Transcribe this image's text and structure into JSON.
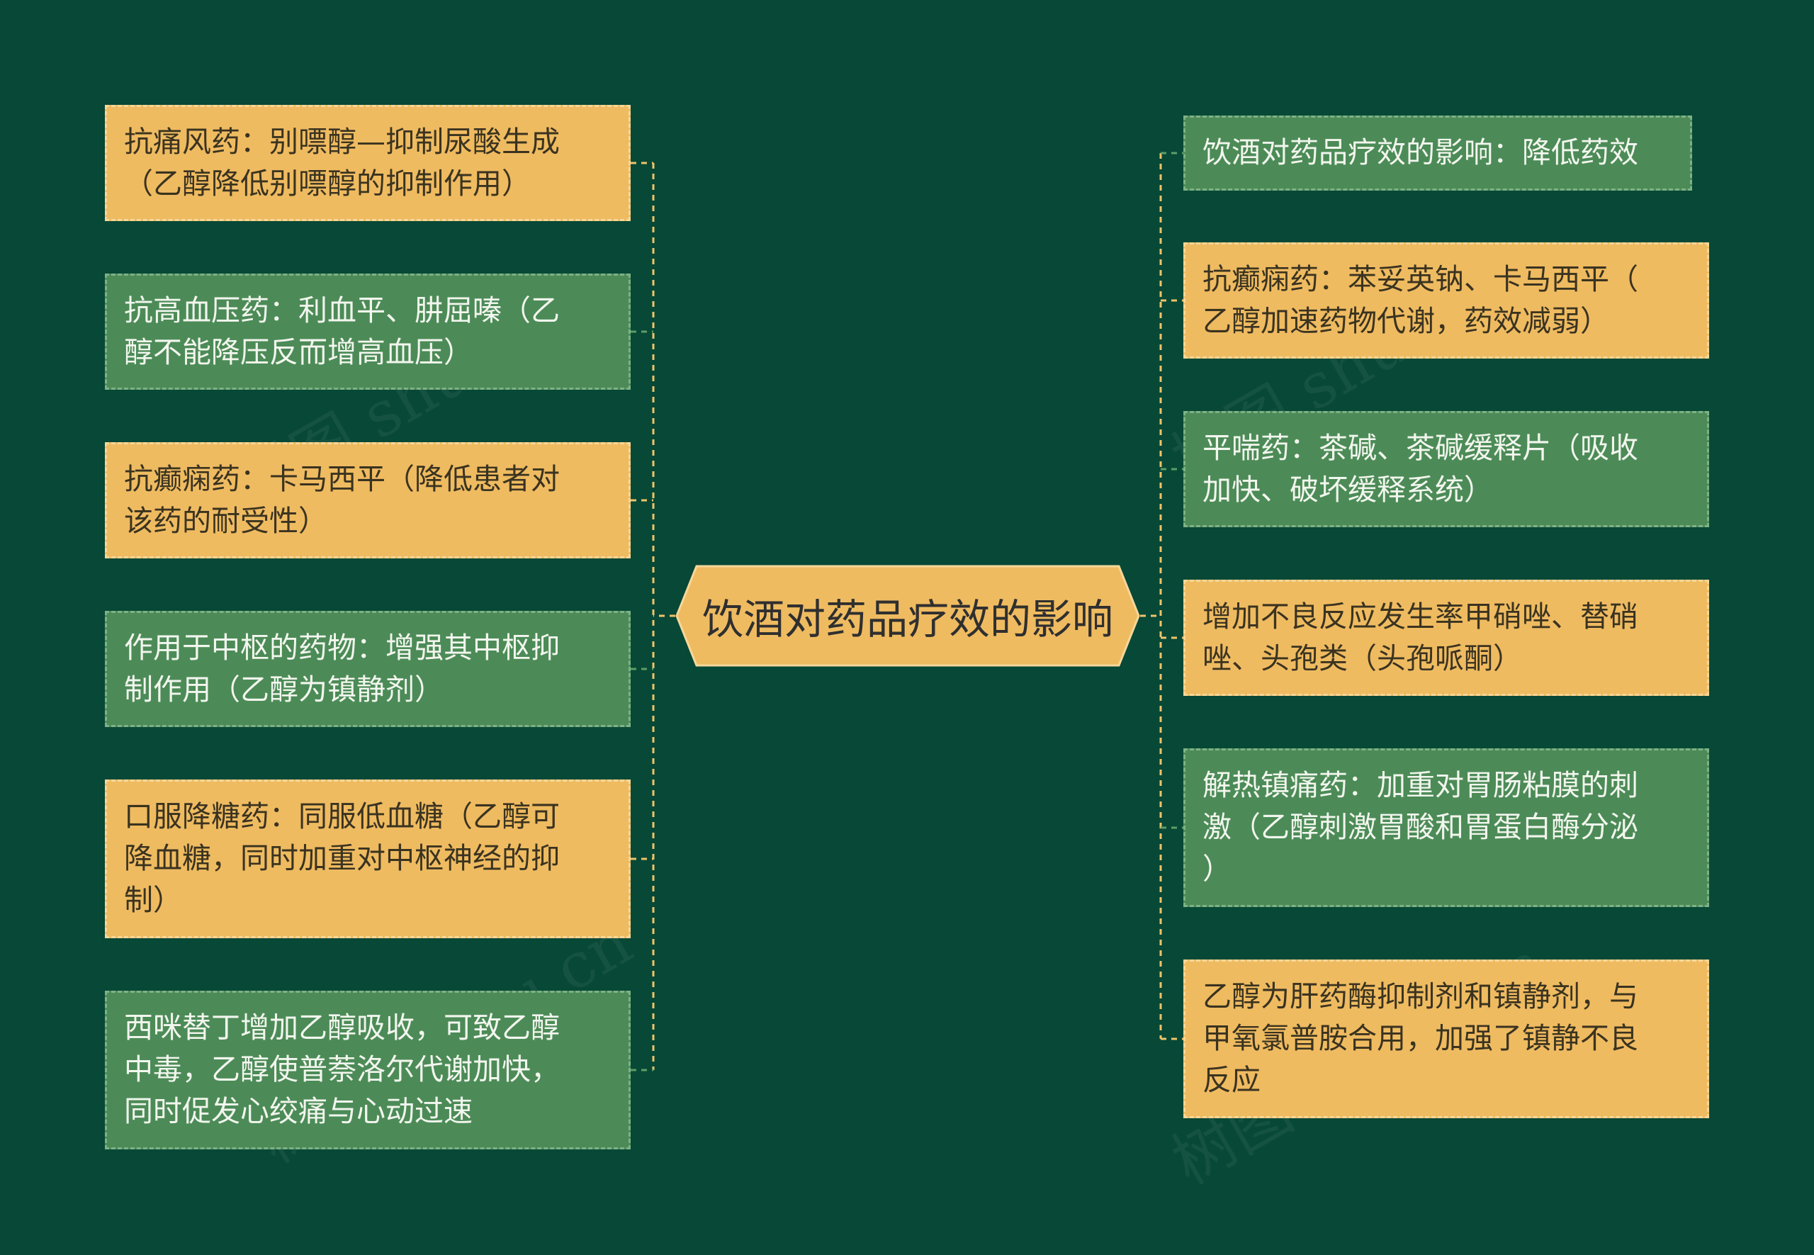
{
  "root": {
    "label": "饮酒对药品疗效的影响"
  },
  "left_nodes": [
    {
      "text": "抗痛风药：别嘌醇—抑制尿酸生成\n（乙醇降低别嘌醇的抑制作用）",
      "color": "#efbb61"
    },
    {
      "text": "抗高血压药：利血平、肼屈嗪（乙\n醇不能降压反而增高血压）",
      "color": "#4c8b57"
    },
    {
      "text": "抗癫痫药：卡马西平（降低患者对\n该药的耐受性）",
      "color": "#efbb61"
    },
    {
      "text": "作用于中枢的药物：增强其中枢抑\n制作用（乙醇为镇静剂）",
      "color": "#4c8b57"
    },
    {
      "text": "口服降糖药：同服低血糖（乙醇可\n降血糖，同时加重对中枢神经的抑\n制）",
      "color": "#efbb61"
    },
    {
      "text": "西咪替丁增加乙醇吸收，可致乙醇\n中毒，乙醇使普萘洛尔代谢加快，\n同时促发心绞痛与心动过速",
      "color": "#4c8b57"
    }
  ],
  "right_nodes": [
    {
      "text": "饮酒对药品疗效的影响：降低药效",
      "color": "#4c8b57"
    },
    {
      "text": "抗癫痫药：苯妥英钠、卡马西平（\n乙醇加速药物代谢，药效减弱）",
      "color": "#efbb61"
    },
    {
      "text": "平喘药：茶碱、茶碱缓释片（吸收\n加快、破坏缓释系统）",
      "color": "#4c8b57"
    },
    {
      "text": "增加不良反应发生率甲硝唑、替硝\n唑、头孢类（头孢哌酮）",
      "color": "#efbb61"
    },
    {
      "text": "解热镇痛药：加重对胃肠粘膜的刺\n激（乙醇刺激胃酸和胃蛋白酶分泌\n）",
      "color": "#4c8b57"
    },
    {
      "text": "乙醇为肝药酶抑制剂和镇静剂，与\n甲氧氯普胺合用，加强了镇静不良\n反应",
      "color": "#efbb61"
    }
  ],
  "watermark": "树图 shutu.cn",
  "colors": {
    "background": "#074836",
    "yellow": "#efbb61",
    "green": "#4c8b57",
    "connector_yellow": "#f0c36a",
    "connector_green": "#5d9e68"
  }
}
